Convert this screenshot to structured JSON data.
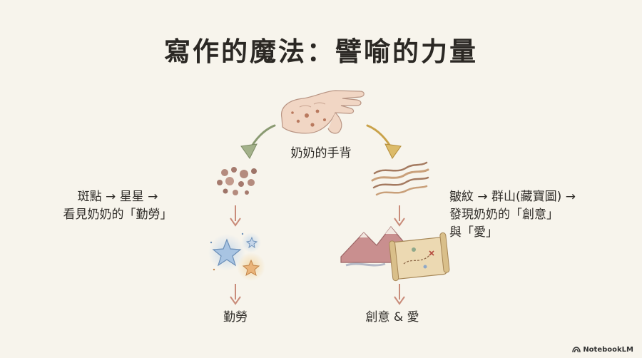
{
  "title": "寫作的魔法：譬喻的力量",
  "center": {
    "label": "奶奶的手背"
  },
  "left": {
    "desc_lines": [
      "斑點 → 星星 →",
      "看見奶奶的「勤勞」"
    ],
    "result": "勤勞"
  },
  "right": {
    "desc_lines": [
      "皺紋 → 群山(藏寶圖) →",
      "發現奶奶的「創意」",
      "與「愛」"
    ],
    "result": "創意 & 愛"
  },
  "brand": {
    "name": "NotebookLM"
  },
  "colors": {
    "background": "#f7f4ec",
    "arrow_left": "#8a9a72",
    "arrow_right": "#c9a24a",
    "arrow_down": "#c98c7a"
  }
}
